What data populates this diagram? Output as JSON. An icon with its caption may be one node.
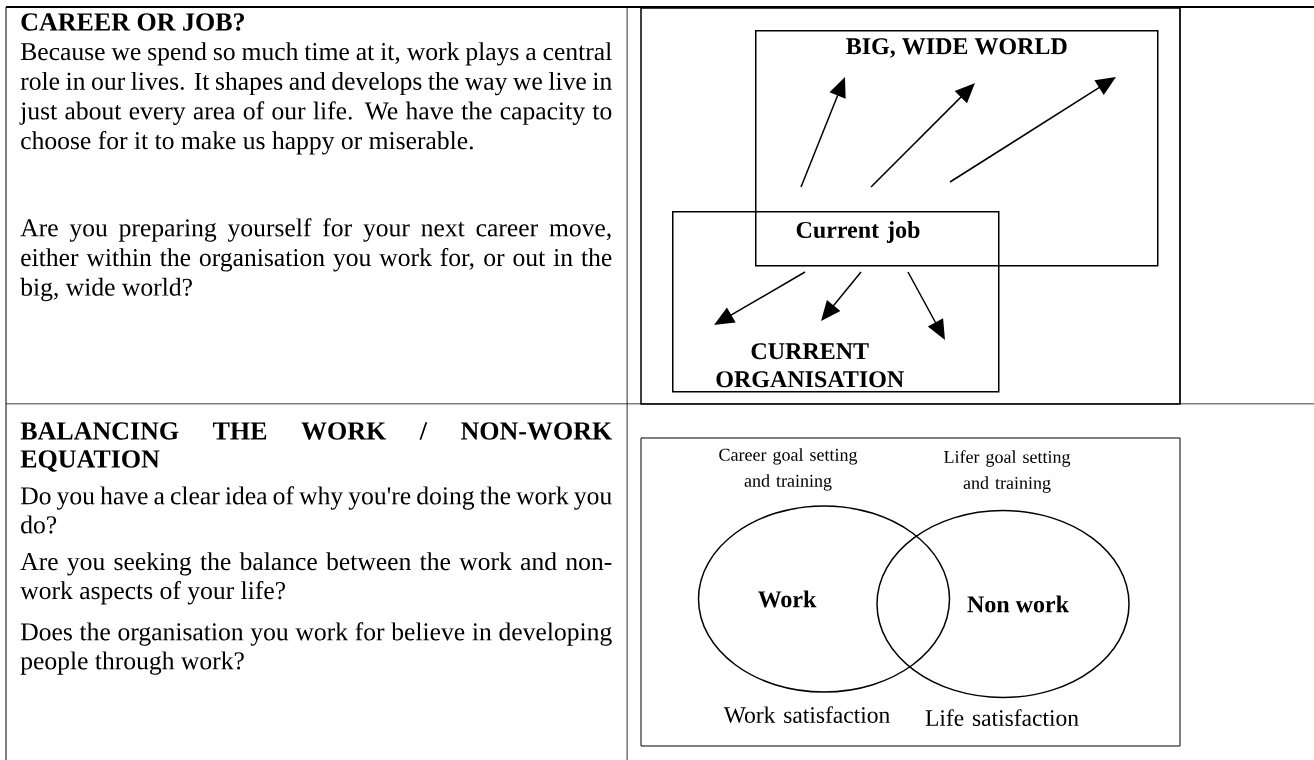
{
  "diagram": {
    "nodes": [
      {
        "text": [
          "BIG, WIDE WORLD"
        ]
      },
      {
        "text": [
          "CURRENT ORGANISATION"
        ]
      },
      {
        "text": [
          "Work"
        ]
      },
      {
        "text": [
          "Non work"
        ]
      }
    ],
    "labels": [
      "CAREER OR JOB?",
      "Because we spend so much time at it, work plays a central role in our lives. It shapes and develops the way we live in just about every area of our life. We have the capacity to choose for it to make us happy or miserable.",
      "Are you preparing yourself for your next career move, either within the organisation you work for, or out in the big, wide world?",
      "Current job",
      "BALANCING THE WORK / NON-WORK EQUATION",
      "Do you have a clear idea of why you're doing the work you do?",
      "Are you seeking the balance between the work and non-work aspects of your life?",
      "Does the organisation you work for believe in developing people through work?",
      "Career goal setting and training",
      "Lifer goal setting and training",
      "Work satisfaction",
      "Life satisfaction"
    ]
  }
}
